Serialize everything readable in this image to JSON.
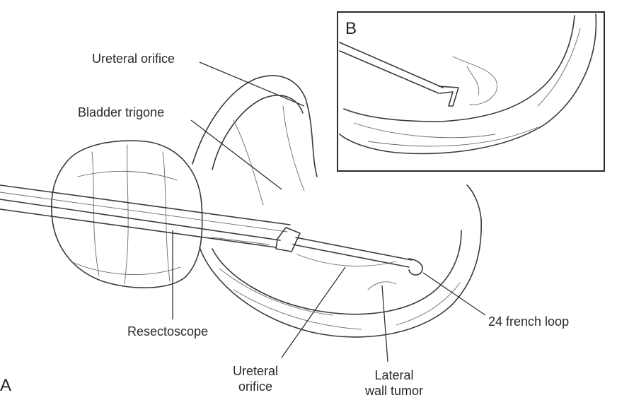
{
  "panels": {
    "main": "A",
    "inset": "B"
  },
  "labels": {
    "ureteral_orifice_top": "Ureteral orifice",
    "bladder_trigone": "Bladder trigone",
    "resectoscope": "Resectoscope",
    "ureteral_orifice_bottom_1": "Ureteral",
    "ureteral_orifice_bottom_2": "orifice",
    "lateral_wall_tumor_1": "Lateral",
    "lateral_wall_tumor_2": "wall tumor",
    "french_loop": "24 french loop"
  }
}
